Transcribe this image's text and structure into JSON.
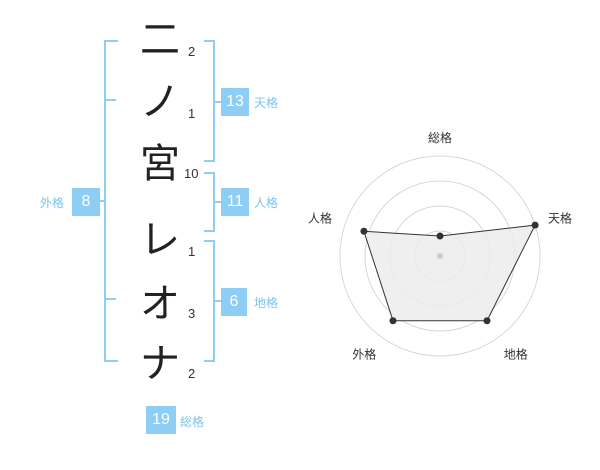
{
  "name_chars": [
    {
      "char": "二",
      "strokes": "2"
    },
    {
      "char": "ノ",
      "strokes": "1"
    },
    {
      "char": "宮",
      "strokes": "10"
    },
    {
      "char": "レ",
      "strokes": "1"
    },
    {
      "char": "オ",
      "strokes": "3"
    },
    {
      "char": "ナ",
      "strokes": "2"
    }
  ],
  "kakusu": {
    "tenkaku": {
      "value": "13",
      "label": "天格"
    },
    "jinkaku": {
      "value": "11",
      "label": "人格"
    },
    "chikaku": {
      "value": "6",
      "label": "地格"
    },
    "gaikaku": {
      "value": "8",
      "label": "外格"
    },
    "soukaku": {
      "value": "19",
      "label": "総格"
    }
  },
  "colors": {
    "accent": "#8ecdf4",
    "radar_fill": "#ececec",
    "radar_stroke": "#333333",
    "ring": "#d8d8d8"
  },
  "chart_data": {
    "type": "radar",
    "axes": [
      "総格",
      "天格",
      "地格",
      "外格",
      "人格"
    ],
    "values": [
      0.2,
      1.0,
      0.8,
      0.8,
      0.8
    ],
    "rings": 4
  }
}
